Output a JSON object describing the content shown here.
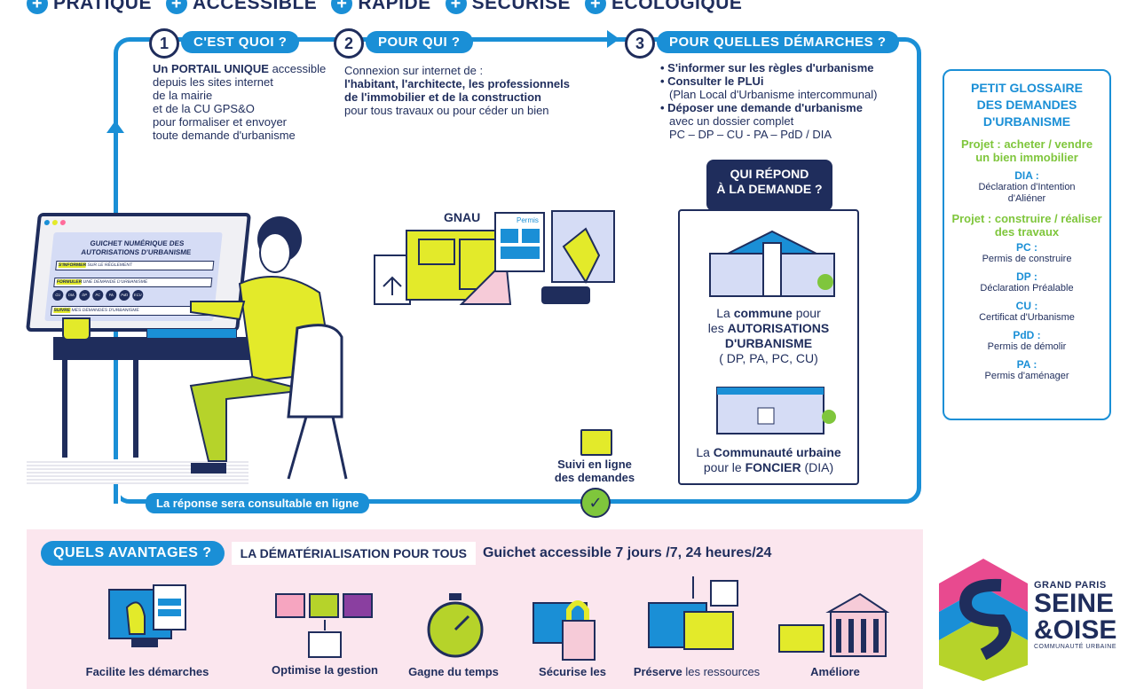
{
  "benefits": [
    "PRATIQUE",
    "ACCESSIBLE",
    "RAPIDE",
    "SÉCURISÉ",
    "ÉCOLOGIQUE"
  ],
  "steps": [
    {
      "num": "1",
      "label": "C'EST QUOI ?"
    },
    {
      "num": "2",
      "label": "POUR QUI ?"
    },
    {
      "num": "3",
      "label": "POUR QUELLES DÉMARCHES ?"
    }
  ],
  "step1_text": {
    "bold": "Un PORTAIL UNIQUE",
    "rest1": " accessible",
    "lines": [
      "depuis les sites internet",
      "de la mairie",
      "et de la CU GPS&O",
      "pour formaliser et envoyer",
      "toute demande d'urbanisme"
    ]
  },
  "step2_text": {
    "line1": "Connexion sur internet de :",
    "bold1": "l'habitant, l'architecte, les professionnels",
    "bold2": "de l'immobilier et de la construction",
    "line4": "pour tous travaux ou pour céder un bien"
  },
  "step3_text": {
    "item1": "• S'informer sur les règles d'urbanisme",
    "item2": "• Consulter le PLUi",
    "item2_sub": "(Plan Local d'Urbanisme intercommunal)",
    "item3": "• Déposer une demande d'urbanisme",
    "item3_sub1": "avec un dossier complet",
    "item3_sub2": "PC – DP – CU - PA – PdD / DIA"
  },
  "screen": {
    "title1": "GUICHET NUMÉRIQUE DES",
    "title2": "AUTORISATIONS D'URBANISME",
    "row1_tag": "S'INFORMER",
    "row1_text": "SUR LE RÈGLEMENT",
    "row2_tag": "FORMULER",
    "row2_text": "UNE DEMANDE D'URBANISME",
    "row3_tag": "SUIVRE",
    "row3_text": "MES DEMANDES D'URBANISME",
    "circles": [
      "CU",
      "DIA",
      "DP",
      "PC",
      "PA",
      "PdD",
      "ECU"
    ]
  },
  "gnau": "GNAU",
  "permis": "Permis",
  "qui_repond": {
    "line1": "QUI RÉPOND",
    "line2": "À LA DEMANDE ?"
  },
  "commune": {
    "l1a": "La ",
    "l1b": "commune",
    "l1c": " pour",
    "l2a": "les ",
    "l2b": "AUTORISATIONS",
    "l3": "D'URBANISME",
    "l4": "( DP, PA, PC, CU)"
  },
  "cu": {
    "l1a": "La ",
    "l1b": "Communauté urbaine",
    "l2a": "pour le ",
    "l2b": "FONCIER",
    "l2c": " (DIA)"
  },
  "suivi": {
    "line1": "Suivi en ligne",
    "line2": "des demandes"
  },
  "reponse_caption": "La réponse sera consultable en ligne",
  "glossary": {
    "title": [
      "PETIT GLOSSAIRE",
      "DES DEMANDES",
      "D'URBANISME"
    ],
    "proj1": [
      "Projet : acheter / vendre",
      "un bien immobilier"
    ],
    "entries1": [
      {
        "abbr": "DIA :",
        "def": [
          "Déclaration d'Intention",
          "d'Aliéner"
        ]
      }
    ],
    "proj2": [
      "Projet : construire / réaliser",
      "des travaux"
    ],
    "entries2": [
      {
        "abbr": "PC :",
        "def": [
          "Permis de construire"
        ]
      },
      {
        "abbr": "DP :",
        "def": [
          "Déclaration Préalable"
        ]
      },
      {
        "abbr": "CU :",
        "def": [
          "Certificat d'Urbanisme"
        ]
      },
      {
        "abbr": "PdD :",
        "def": [
          "Permis de démolir"
        ]
      },
      {
        "abbr": "PA :",
        "def": [
          "Permis d'aménager"
        ]
      }
    ]
  },
  "avantages": {
    "btn": "QUELS AVANTAGES ?",
    "white": "LA DÉMATÉRIALISATION POUR TOUS",
    "line": "Guichet accessible 7 jours /7, 24 heures/24",
    "items": [
      {
        "label": "Facilite les démarches"
      },
      {
        "label": "Optimise la gestion"
      },
      {
        "label": "Gagne du temps"
      },
      {
        "label": "Sécurise les"
      },
      {
        "label_b": "Préserve",
        "label_r": " les ressources"
      },
      {
        "label": "Améliore"
      }
    ]
  },
  "logo": {
    "line1": "GRAND PARIS",
    "line2": "SEINE",
    "line3": "&OISE",
    "line4": "COMMUNAUTÉ URBAINE"
  },
  "colors": {
    "blue": "#1a8fd6",
    "navy": "#1f2d5c",
    "yellow": "#e3ea2a",
    "green": "#7fc63c",
    "pink": "#fbe6ee"
  }
}
